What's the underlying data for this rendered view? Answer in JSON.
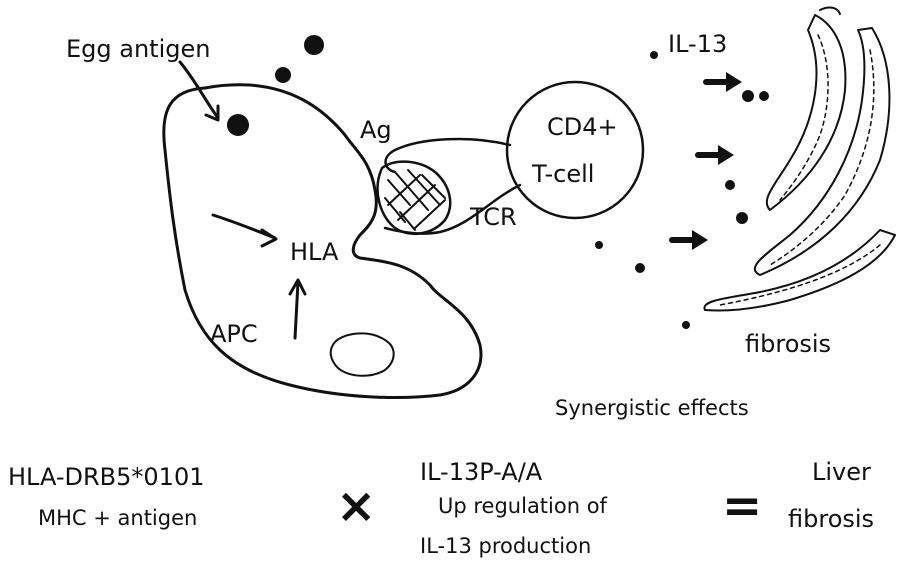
{
  "diagram": {
    "labels": {
      "egg_antigen": "Egg antigen",
      "ag": "Ag",
      "hla": "HLA",
      "apc": "APC",
      "cd4_line1": "CD4+",
      "cd4_line2": "T-cell",
      "tcr": "TCR",
      "il13": "IL-13",
      "fibrosis": "fibrosis",
      "synergistic": "Synergistic effects"
    },
    "equation": {
      "term1_line1": "HLA-DRB5*0101",
      "term1_line2": "MHC + antigen",
      "times": "×",
      "term2_line1": "IL-13P-A/A",
      "term2_line2": "Up regulation of",
      "term2_line3": "IL-13 production",
      "equals": "=",
      "result_line1": "Liver",
      "result_line2": "fibrosis"
    },
    "colors": {
      "ink": "#111111",
      "background": "#ffffff"
    }
  }
}
